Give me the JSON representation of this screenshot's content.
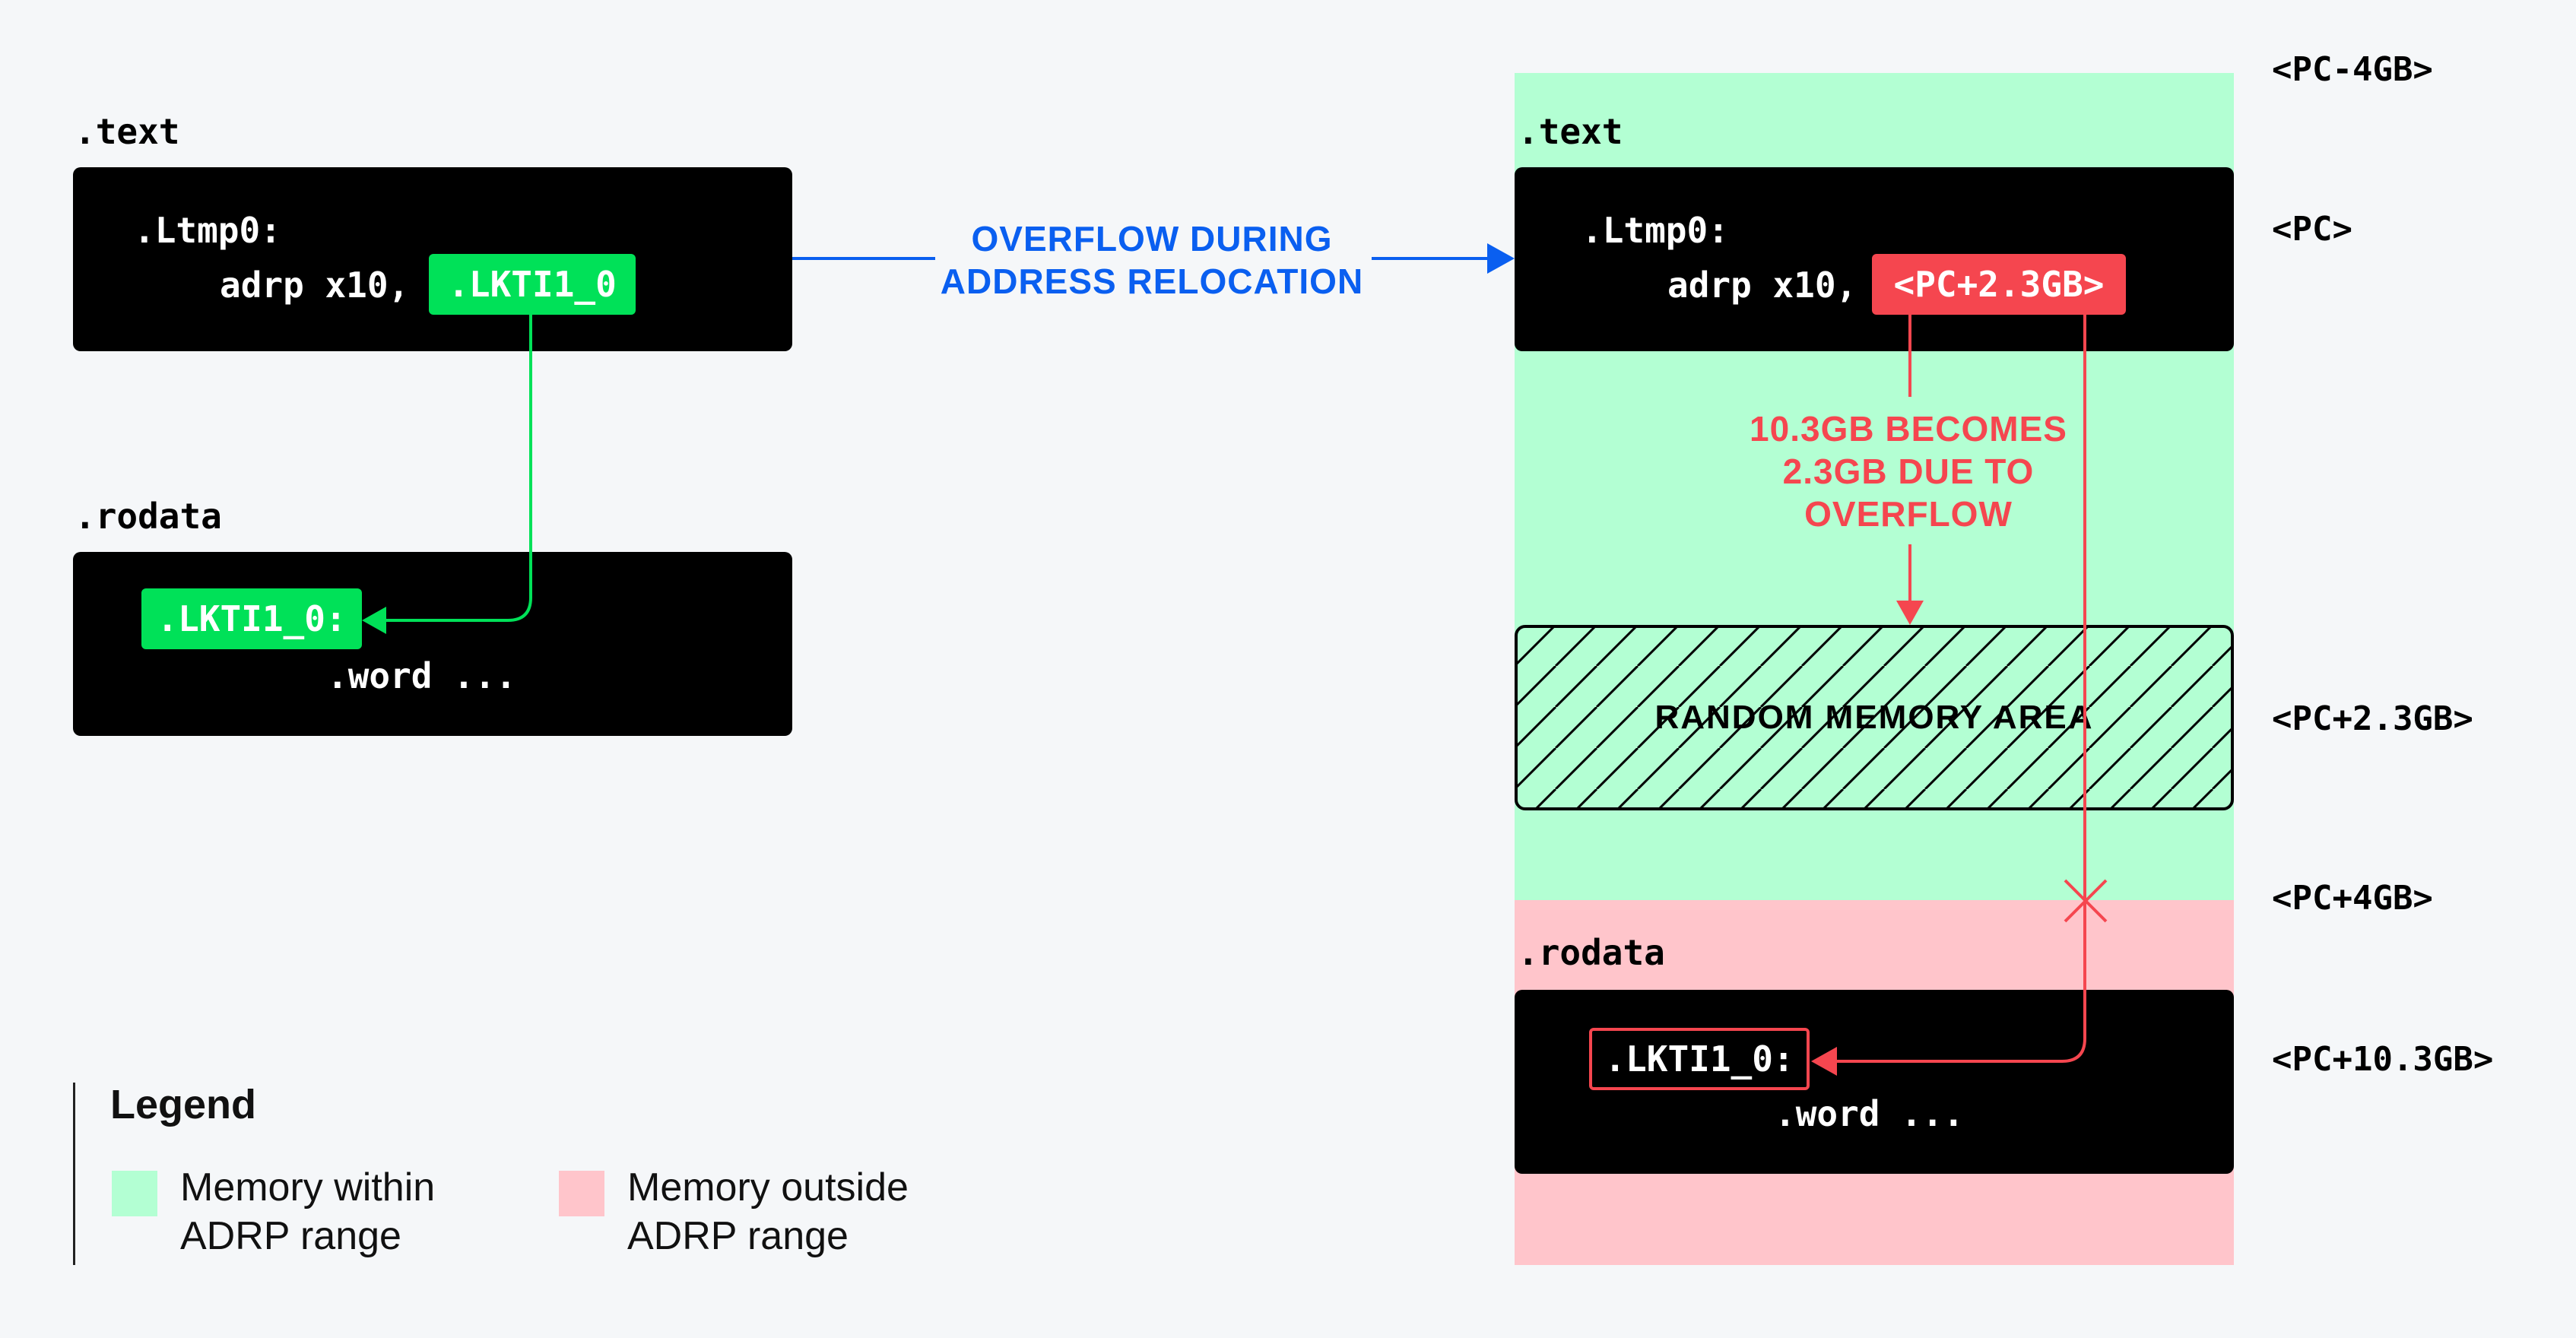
{
  "left": {
    "text_label": ".text",
    "text_code": {
      "label_line": ".Ltmp0:",
      "instr": "adrp x10,",
      "operand": ".LKTI1_0"
    },
    "rodata_label": ".rodata",
    "rodata_code": {
      "symbol": ".LKTI1_0:",
      "word": ".word ..."
    }
  },
  "arrow_caption": {
    "line1": "OVERFLOW DURING",
    "line2": "ADDRESS RELOCATION"
  },
  "right": {
    "text_label": ".text",
    "text_code": {
      "label_line": ".Ltmp0:",
      "instr": "adrp x10,",
      "operand": "<PC+2.3GB>"
    },
    "overflow_note": {
      "line1": "10.3GB BECOMES",
      "line2": "2.3GB DUE TO",
      "line3": "OVERFLOW"
    },
    "random_area": "RANDOM MEMORY AREA",
    "rodata_label": ".rodata",
    "rodata_code": {
      "symbol": ".LKTI1_0:",
      "word": ".word ..."
    }
  },
  "addresses": {
    "pc_minus_4gb": "<PC-4GB>",
    "pc": "<PC>",
    "pc_plus_2_3gb": "<PC+2.3GB>",
    "pc_plus_4gb": "<PC+4GB>",
    "pc_plus_10_3gb": "<PC+10.3GB>"
  },
  "legend": {
    "title": "Legend",
    "within": {
      "line1": "Memory within",
      "line2": "ADRP range",
      "color": "#b3ffd3"
    },
    "outside": {
      "line1": "Memory outside",
      "line2": "ADRP range",
      "color": "#ffc5cb"
    }
  },
  "colors": {
    "green": "#00e158",
    "red": "#f5464f",
    "blue": "#0a5ff0",
    "black": "#000000"
  }
}
